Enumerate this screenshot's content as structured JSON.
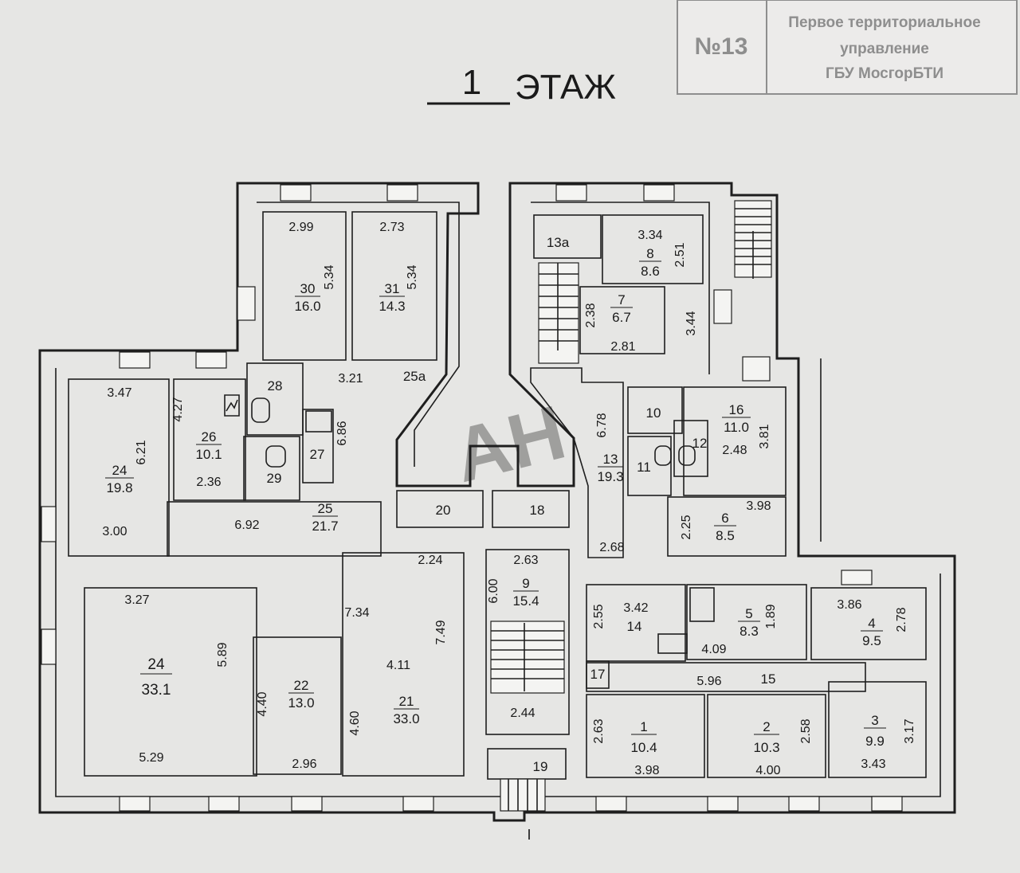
{
  "floor": {
    "number": "1",
    "word": "ЭТАЖ"
  },
  "stamp": {
    "number": "№13",
    "lines": [
      "Первое территориальное",
      "управление",
      "ГБУ МосгорБТИ"
    ]
  },
  "watermark": "АН",
  "section_mark": "I",
  "rooms": [
    {
      "id": "room-30",
      "no": "30",
      "area": "16.0"
    },
    {
      "id": "room-31",
      "no": "31",
      "area": "14.3"
    },
    {
      "id": "room-8",
      "no": "8",
      "area": "8.6"
    },
    {
      "id": "room-7",
      "no": "7",
      "area": "6.7"
    },
    {
      "id": "room-24-top",
      "no": "24",
      "area": "19.8"
    },
    {
      "id": "room-26",
      "no": "26",
      "area": "10.1"
    },
    {
      "id": "room-25",
      "no": "25",
      "area": "21.7"
    },
    {
      "id": "room-16",
      "no": "16",
      "area": "11.0"
    },
    {
      "id": "room-13",
      "no": "13",
      "area": "19.3"
    },
    {
      "id": "room-6",
      "no": "6",
      "area": "8.5"
    },
    {
      "id": "room-9",
      "no": "9",
      "area": "15.4"
    },
    {
      "id": "room-24-bottom",
      "no": "24",
      "area": "33.1"
    },
    {
      "id": "room-22",
      "no": "22",
      "area": "13.0"
    },
    {
      "id": "room-21",
      "no": "21",
      "area": "33.0"
    },
    {
      "id": "room-5",
      "no": "5",
      "area": "8.3"
    },
    {
      "id": "room-4",
      "no": "4",
      "area": "9.5"
    },
    {
      "id": "room-1",
      "no": "1",
      "area": "10.4"
    },
    {
      "id": "room-2",
      "no": "2",
      "area": "10.3"
    },
    {
      "id": "room-3",
      "no": "3",
      "area": "9.9"
    }
  ],
  "labels": [
    {
      "id": "lbl-13a",
      "text": "13a"
    },
    {
      "id": "lbl-28",
      "text": "28"
    },
    {
      "id": "lbl-25a",
      "text": "25a"
    },
    {
      "id": "lbl-27",
      "text": "27"
    },
    {
      "id": "lbl-29",
      "text": "29"
    },
    {
      "id": "lbl-20",
      "text": "20"
    },
    {
      "id": "lbl-18",
      "text": "18"
    },
    {
      "id": "lbl-10",
      "text": "10"
    },
    {
      "id": "lbl-11",
      "text": "11"
    },
    {
      "id": "lbl-12",
      "text": "12"
    },
    {
      "id": "lbl-14",
      "text": "14"
    },
    {
      "id": "lbl-17",
      "text": "17"
    },
    {
      "id": "lbl-15",
      "text": "15"
    },
    {
      "id": "lbl-19",
      "text": "19"
    }
  ],
  "dims": [
    {
      "id": "d1",
      "text": "2.99"
    },
    {
      "id": "d2",
      "text": "2.73"
    },
    {
      "id": "d3",
      "text": "5.34"
    },
    {
      "id": "d4",
      "text": "5.34"
    },
    {
      "id": "d5",
      "text": "3.34"
    },
    {
      "id": "d6",
      "text": "2.51"
    },
    {
      "id": "d7",
      "text": "2.38"
    },
    {
      "id": "d8",
      "text": "2.81"
    },
    {
      "id": "d9",
      "text": "3.44"
    },
    {
      "id": "d10",
      "text": "3.47"
    },
    {
      "id": "d11",
      "text": "6.21"
    },
    {
      "id": "d12",
      "text": "3.00"
    },
    {
      "id": "d13",
      "text": "4.27"
    },
    {
      "id": "d14",
      "text": "2.36"
    },
    {
      "id": "d15",
      "text": "3.21"
    },
    {
      "id": "d16",
      "text": "6.86"
    },
    {
      "id": "d17",
      "text": "6.92"
    },
    {
      "id": "d18",
      "text": "6.78"
    },
    {
      "id": "d19",
      "text": "2.48"
    },
    {
      "id": "d20",
      "text": "3.81"
    },
    {
      "id": "d21",
      "text": "3.98"
    },
    {
      "id": "d22",
      "text": "2.25"
    },
    {
      "id": "d23",
      "text": "2.68"
    },
    {
      "id": "d24",
      "text": "2.24"
    },
    {
      "id": "d25",
      "text": "2.63"
    },
    {
      "id": "d26",
      "text": "6.00"
    },
    {
      "id": "d27",
      "text": "3.27"
    },
    {
      "id": "d28",
      "text": "7.34"
    },
    {
      "id": "d29",
      "text": "7.49"
    },
    {
      "id": "d30",
      "text": "4.11"
    },
    {
      "id": "d31",
      "text": "5.89"
    },
    {
      "id": "d32",
      "text": "4.40"
    },
    {
      "id": "d33",
      "text": "4.60"
    },
    {
      "id": "d34",
      "text": "5.29"
    },
    {
      "id": "d35",
      "text": "2.96"
    },
    {
      "id": "d36",
      "text": "2.44"
    },
    {
      "id": "d37",
      "text": "2.55"
    },
    {
      "id": "d38",
      "text": "3.42"
    },
    {
      "id": "d39",
      "text": "1.89"
    },
    {
      "id": "d40",
      "text": "4.09"
    },
    {
      "id": "d41",
      "text": "3.86"
    },
    {
      "id": "d42",
      "text": "2.78"
    },
    {
      "id": "d43",
      "text": "5.96"
    },
    {
      "id": "d44",
      "text": "2.63"
    },
    {
      "id": "d45",
      "text": "3.98"
    },
    {
      "id": "d46",
      "text": "2.58"
    },
    {
      "id": "d47",
      "text": "4.00"
    },
    {
      "id": "d48",
      "text": "3.17"
    },
    {
      "id": "d49",
      "text": "3.43"
    }
  ]
}
